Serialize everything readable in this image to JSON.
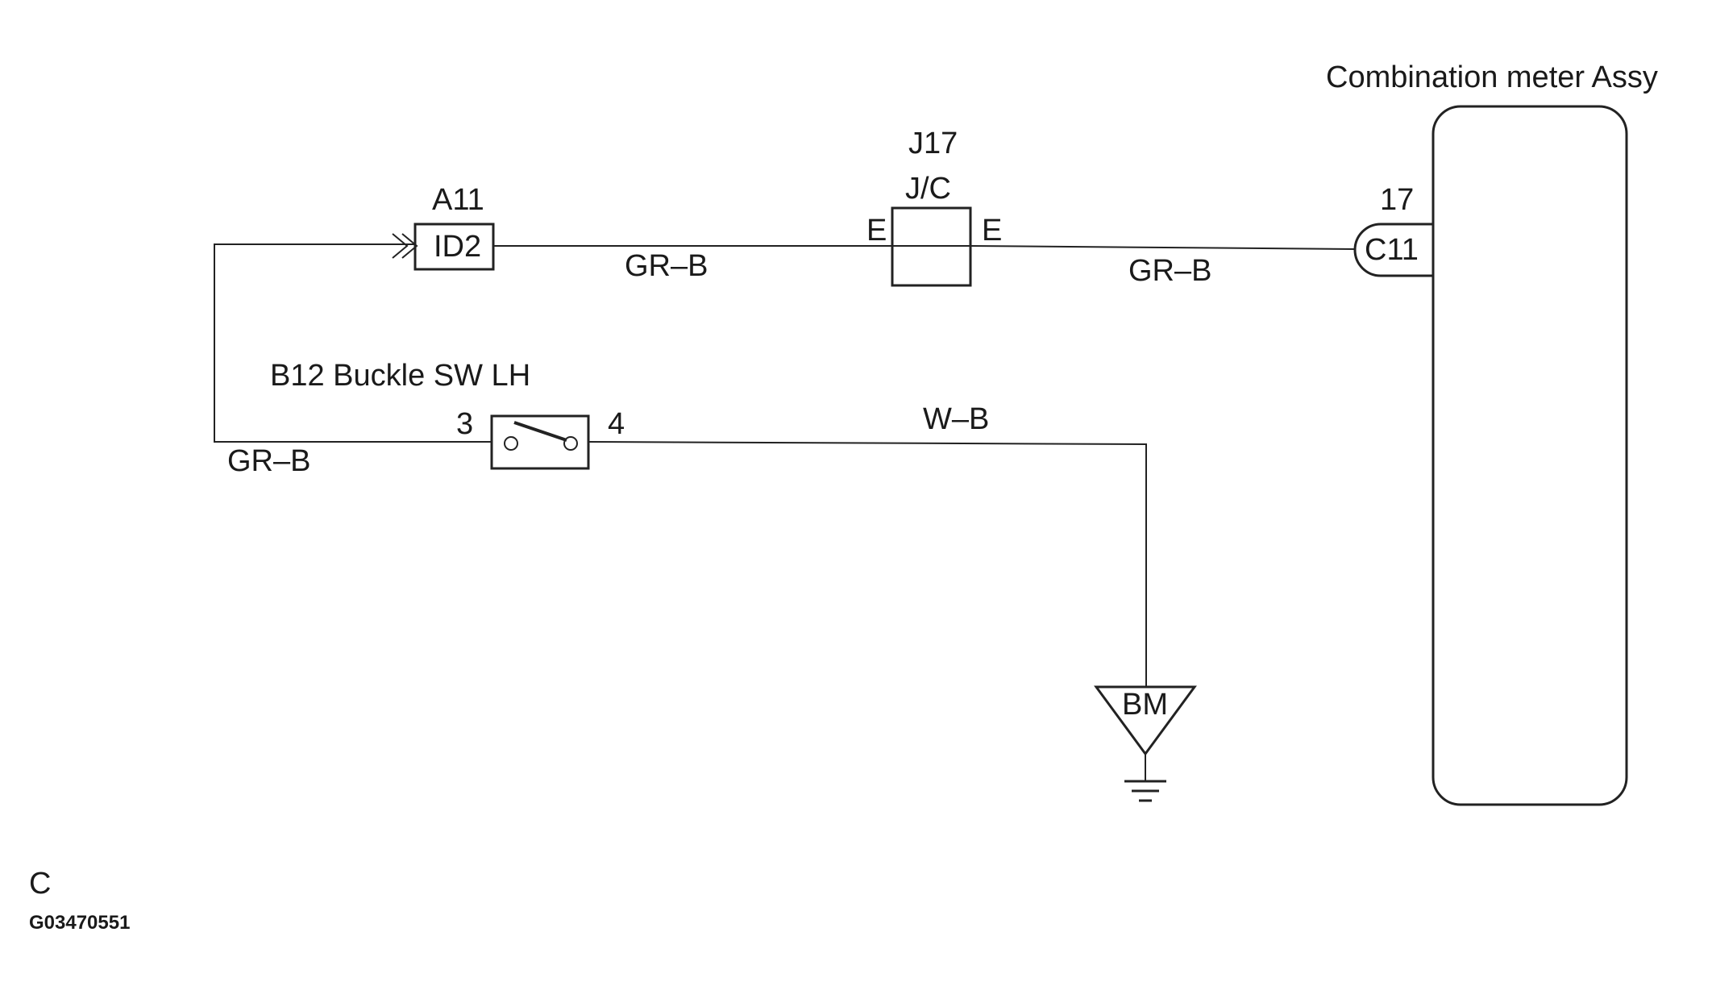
{
  "components": {
    "combination_meter": {
      "name": "Combination meter Assy"
    },
    "connector_c11": {
      "pin": "17",
      "id": "C11"
    },
    "junction_j17": {
      "id": "J17",
      "type": "J/C",
      "left_terminal": "E",
      "right_terminal": "E"
    },
    "connector_a11": {
      "id": "A11",
      "terminal": "ID2"
    },
    "buckle_switch": {
      "name": "B12 Buckle SW LH",
      "pin_in": "3",
      "pin_out": "4"
    },
    "ground": {
      "id": "BM"
    }
  },
  "wires": {
    "a11_to_j17": "GR–B",
    "j17_to_c11": "GR–B",
    "a11_to_switch": "GR–B",
    "switch_to_ground": "W–B"
  },
  "footer": {
    "section": "C",
    "figure_id": "G03470551"
  }
}
